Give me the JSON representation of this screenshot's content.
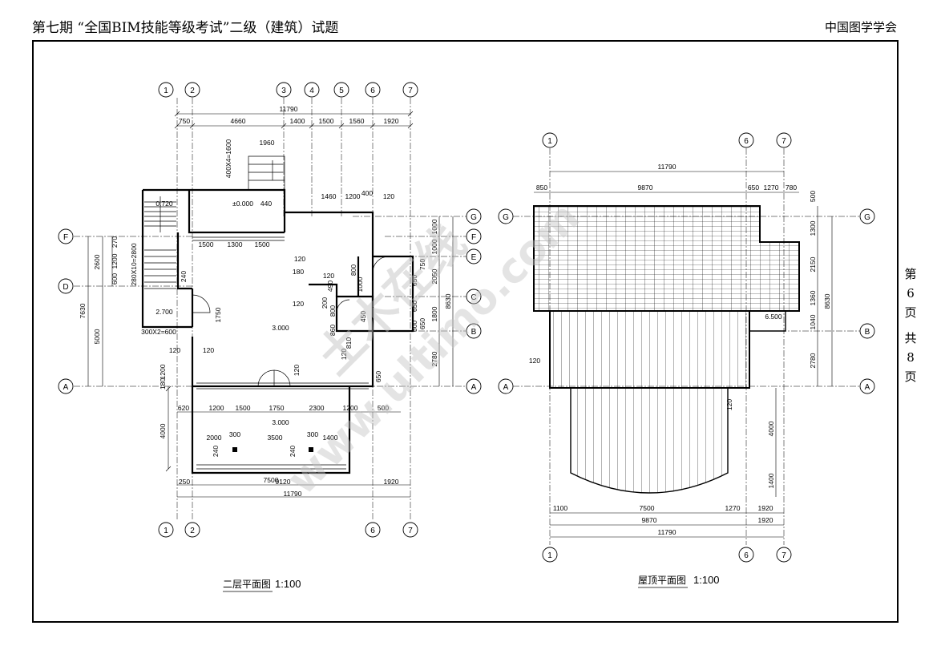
{
  "header": {
    "title": "第七期 “全国BIM技能等级考试”二级（建筑）试题",
    "publisher": "中国图学学会"
  },
  "page_indicator": {
    "chars_top": [
      "第",
      "6",
      "页"
    ],
    "chars_bottom": [
      "共",
      "8",
      "页"
    ]
  },
  "watermark": {
    "text_cn": "土木在线",
    "text_url": "www.ultimo.com"
  },
  "second_floor_plan": {
    "title": "二层平面图",
    "scale": "1:100",
    "axes_top": [
      "1",
      "2",
      "3",
      "4",
      "5",
      "6",
      "7"
    ],
    "axes_bottom": [
      "1",
      "2",
      "6",
      "7"
    ],
    "axes_left": [
      "F",
      "D",
      "A"
    ],
    "axes_right": [
      "G",
      "F",
      "E",
      "C",
      "B",
      "A"
    ],
    "top_total": "11790",
    "top_dims": [
      "750",
      "4660",
      "1400",
      "1500",
      "1560",
      "1920"
    ],
    "stair_dims": [
      "1960",
      "400X4=1600"
    ],
    "inner_dims_top": [
      "1460",
      "1200",
      "400",
      "120"
    ],
    "elev_0720": "0.720",
    "elev_0000": "±0.000",
    "dim_440": "440",
    "window_dims": [
      "1500",
      "1300",
      "1500"
    ],
    "dim_120": "120",
    "dim_180": "180",
    "dim_490": "490",
    "dim_800": "800",
    "dim_1000": "1000",
    "dim_200": "200",
    "dim_860": "860",
    "dim_450": "450",
    "dim_810": "810",
    "dim_240": "240",
    "dim_1750": "1750",
    "elev_2700": "2.700",
    "elev_3000": "3.000",
    "stair_label_1": "280X10=2800",
    "stair_label_2": "300X2=600",
    "left_total": "7630",
    "left_dims": [
      "2600",
      "5000"
    ],
    "left_sub_dims": [
      "270",
      "1200",
      "600"
    ],
    "left_bottom_dims": [
      "1200",
      "180"
    ],
    "right_dims": [
      "1000",
      "1000",
      "750",
      "2050",
      "650",
      "650",
      "1800",
      "600",
      "650",
      "2780",
      "8630"
    ],
    "bottom_row1": [
      "620",
      "1200",
      "1500",
      "1750",
      "2300",
      "1200",
      "500"
    ],
    "terrace_elev": "3.000",
    "terrace_dims": [
      "2000",
      "300",
      "3500",
      "300",
      "1400"
    ],
    "terrace_small": [
      "240",
      "240"
    ],
    "dim_4000": "4000",
    "bottom_7500": "7500",
    "bottom_row3": [
      "250",
      "9120",
      "1920"
    ],
    "bottom_total": "11790"
  },
  "roof_plan": {
    "title": "屋顶平面图",
    "scale": "1:100",
    "axes_top": [
      "1",
      "6",
      "7"
    ],
    "axes_bottom": [
      "1",
      "6",
      "7"
    ],
    "axes_left": [
      "G",
      "A"
    ],
    "axes_right": [
      "G",
      "B",
      "A"
    ],
    "top_total": "11790",
    "top_dims": [
      "850",
      "9870",
      "650",
      "1270",
      "780"
    ],
    "dim_500": "500",
    "right_dims": [
      "1300",
      "2150",
      "1360",
      "1040",
      "2780",
      "8630"
    ],
    "elev_6500": "6.500",
    "dim_120": "120",
    "dim_4000": "4000",
    "dim_1400": "1400",
    "bottom_row1": [
      "1100",
      "7500",
      "1270",
      "1920"
    ],
    "bottom_row2": [
      "9870",
      "1920"
    ],
    "bottom_total": "11790"
  }
}
